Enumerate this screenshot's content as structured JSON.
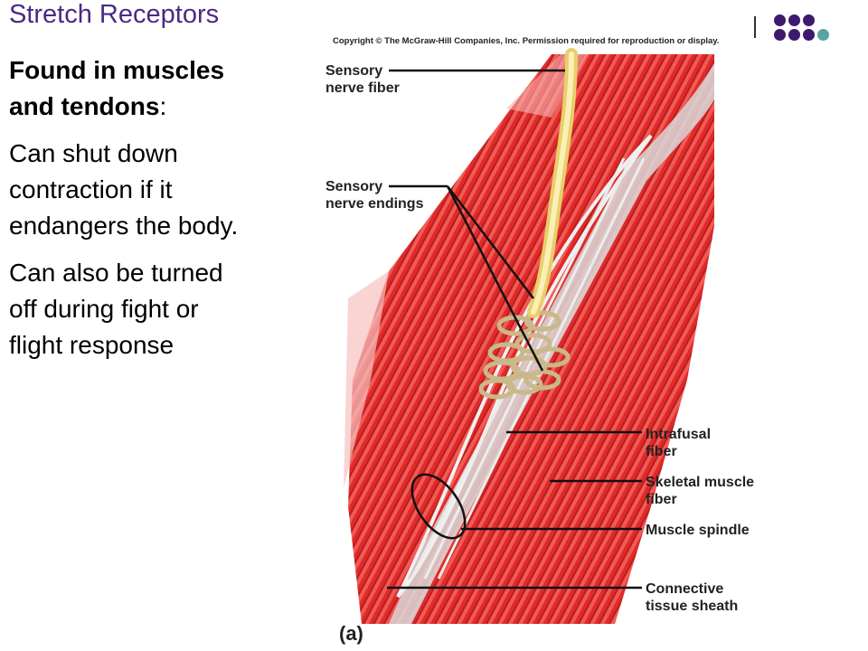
{
  "slide": {
    "title": "Stretch Receptors",
    "body": {
      "heading_bold": "Found in muscles and tendons",
      "heading_suffix": ":",
      "para1": "Can shut down contraction if it endangers the body.",
      "para2": "Can also be turned off during fight or flight response"
    }
  },
  "figure": {
    "copyright": "Copyright © The McGraw-Hill Companies, Inc. Permission required for reproduction or display.",
    "labels": {
      "sensory_nerve_fiber": [
        "Sensory",
        "nerve fiber"
      ],
      "sensory_nerve_endings": [
        "Sensory",
        "nerve endings"
      ],
      "intrafusal_fiber": [
        "Intrafusal",
        "fiber"
      ],
      "skeletal_muscle_fiber": [
        "Skeletal muscle",
        "fiber"
      ],
      "muscle_spindle": "Muscle spindle",
      "connective_tissue_sheath": [
        "Connective",
        "tissue sheath"
      ]
    },
    "letter": "(a)"
  },
  "colors": {
    "title": "#4b2a82",
    "dot_dark": "#3d1a6e",
    "dot_teal": "#5aa3a3",
    "muscle_red": "#e02a2a",
    "nerve_yellow": "#f1dd8a"
  }
}
